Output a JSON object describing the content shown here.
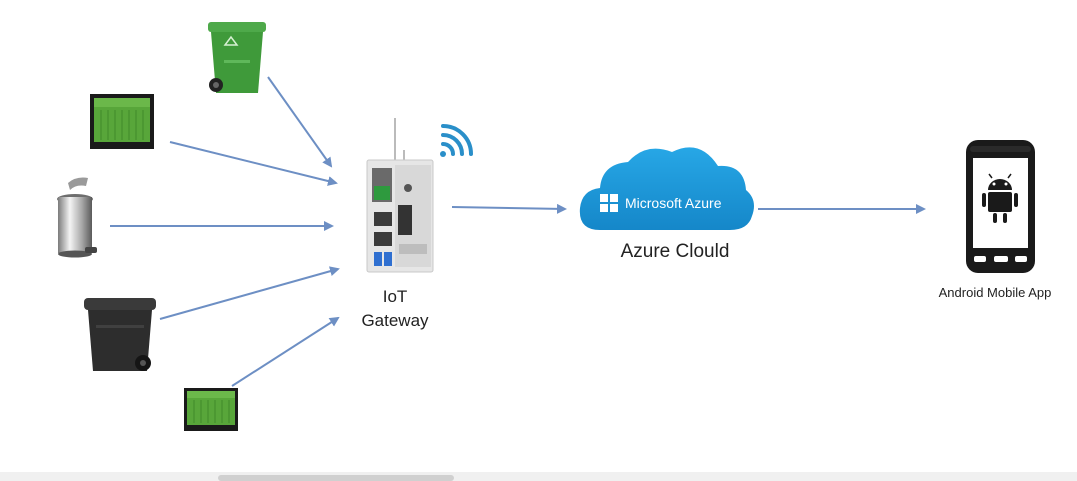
{
  "gateway": {
    "label_line1": "IoT",
    "label_line2": "Gateway"
  },
  "cloud": {
    "brand_text": "Microsoft Azure",
    "caption": "Azure Clould",
    "color": "#1f9cdb"
  },
  "mobile": {
    "caption": "Android Mobile App"
  },
  "colors": {
    "arrow": "#6d8fc4",
    "wifi": "#2a8fc9",
    "bin_green": "#3f9a3a",
    "bin_dark": "#2d2d2d"
  },
  "icons": [
    "green-wheelie-bin-icon",
    "green-dumpster-icon",
    "steel-pedal-bin-icon",
    "black-wheelie-bin-icon",
    "small-green-dumpster-icon",
    "iot-gateway-device-icon",
    "wifi-signal-icon",
    "azure-cloud-icon",
    "android-phone-icon"
  ]
}
